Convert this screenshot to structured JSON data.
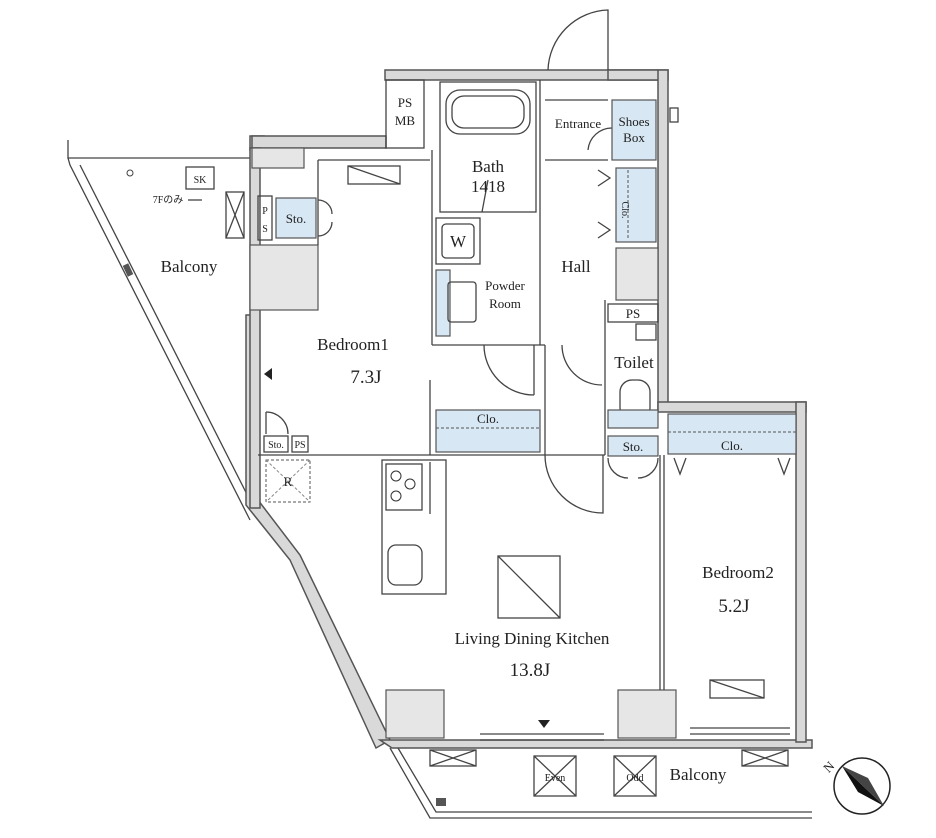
{
  "rooms": {
    "ps_mb": {
      "line1": "PS",
      "line2": "MB"
    },
    "entrance": "Entrance",
    "shoes_box": {
      "line1": "Shoes",
      "line2": "Box"
    },
    "bath": {
      "name": "Bath",
      "size": "1418"
    },
    "sk": "SK",
    "sk_note": "7Fのみ",
    "balcony_west": "Balcony",
    "ps_side": {
      "line1": "P",
      "line2": "S"
    },
    "sto_bed1": "Sto.",
    "washer": "W",
    "powder_room": {
      "line1": "Powder",
      "line2": "Room"
    },
    "hall": "Hall",
    "cl_hall": "Clo.",
    "ps_toilet": "PS",
    "toilet": "Toilet",
    "bedroom1": {
      "name": "Bedroom1",
      "size": "7.3J"
    },
    "cl_bed1": "Clo.",
    "sto_small": "Sto.",
    "ps_small": "PS",
    "refrigerator": "R",
    "sto_hall": "Sto.",
    "cl_bed2": "Clo.",
    "bedroom2": {
      "name": "Bedroom2",
      "size": "5.2J"
    },
    "ldk": {
      "name": "Living Dining Kitchen",
      "size": "13.8J"
    },
    "even": "Even",
    "odd": "Odd",
    "balcony_south": "Balcony"
  },
  "compass": {
    "label": "N"
  }
}
